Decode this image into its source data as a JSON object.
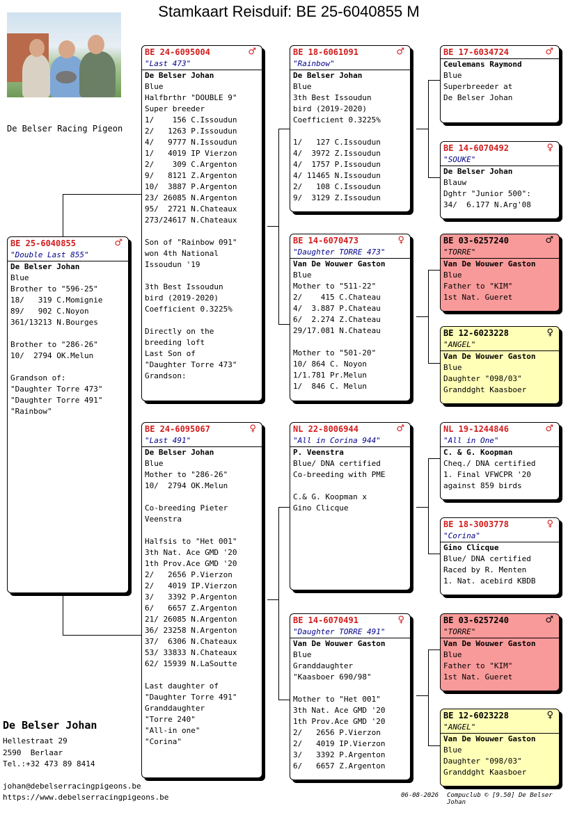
{
  "title": "Stamkaart Reisduif: BE  25-6040855 M",
  "loft_name": "De Belser Racing Pigeon",
  "breeder": {
    "name": "De Belser Johan",
    "address1": "Hellestraat 29",
    "address2": "2590  Berlaar",
    "tel": "Tel.:+32 473 89 8414",
    "email": "johan@debelserracingpigeons.be",
    "website": "https://www.debelserracingpigeons.be"
  },
  "footer": {
    "date": "06-08-2026",
    "software": "Compuclub © [9.50]  De Belser Johan"
  },
  "cards": {
    "main": {
      "ring": "BE  25-6040855",
      "sex": "♂",
      "name": "\"Double Last 855\"",
      "owner": "De Belser Johan",
      "lines": [
        "Blue",
        "Brother to \"596-25\"",
        "18/   319 C.Momignie",
        "89/   902 C.Noyon",
        "361/13213 N.Bourges",
        "",
        "Brother to \"286-26\"",
        "10/  2794 OK.Melun",
        "",
        "Grandson of:",
        "\"Daughter Torre 473\"",
        "\"Daughter Torre 491\"",
        "\"Rainbow\""
      ]
    },
    "sire": {
      "ring": "BE  24-6095004",
      "sex": "♂",
      "name": "\"Last 473\"",
      "owner": "De Belser Johan",
      "lines": [
        "Blue",
        "Halfbrthr \"DOUBLE 9\"",
        "Super breeder",
        "1/    156 C.Issoudun",
        "2/   1263 P.Issoudun",
        "4/   9777 N.Issoudun",
        "1/   4019 IP Vierzon",
        "2/    309 C.Argenton",
        "9/   8121 Z.Argenton",
        "10/  3887 P.Argenton",
        "23/ 26085 N.Argenton",
        "95/  2721 N.Chateaux",
        "273/24617 N.Chateaux",
        "",
        "Son of \"Rainbow 091\"",
        "won 4th National",
        "Issoudun '19",
        "",
        "3th Best Issoudun",
        "bird (2019-2020)",
        "Coefficient 0.3225%",
        "",
        "Directly on the",
        "breeding loft",
        "Last Son of",
        "\"Daughter Torre 473\"",
        "Grandson:"
      ]
    },
    "dam": {
      "ring": "BE  24-6095067",
      "sex": "♀",
      "name": "\"Last 491\"",
      "owner": "De Belser Johan",
      "lines": [
        "Blue",
        "Mother to \"286-26\"",
        "10/  2794 OK.Melun",
        "",
        "Co-breeding Pieter",
        "Veenstra",
        "",
        "Halfsis to \"Het 001\"",
        "3th Nat. Ace GMD '20",
        "1th Prov.Ace GMD '20",
        "2/   2656 P.Vierzon",
        "2/   4019 IP.Vierzon",
        "3/   3392 P.Argenton",
        "6/   6657 Z.Argenton",
        "21/ 26085 N.Argenton",
        "36/ 23258 N.Argenton",
        "37/  6306 N.Chateaux",
        "53/ 33833 N.Chateaux",
        "62/ 15939 N.LaSoutte",
        "",
        "Last daughter of",
        "\"Daughter Torre 491\"",
        "Granddaughter",
        "\"Torre 240\"",
        "\"All-in one\"",
        "\"Corina\""
      ]
    },
    "ss": {
      "ring": "BE  18-6061091",
      "sex": "♂",
      "name": "\"Rainbow\"",
      "owner": "De Belser Johan",
      "lines": [
        "Blue",
        "3th Best Issoudun",
        "bird (2019-2020)",
        "Coefficient 0.3225%",
        "",
        "1/   127 C.Issoudun",
        "4/  3972 Z.Issoudun",
        "4/  1757 P.Issoudun",
        "4/ 11465 N.Issoudun",
        "2/   108 C.Issoudun",
        "9/  3129 Z.Issoudun"
      ]
    },
    "sd": {
      "ring": "BE  14-6070473",
      "sex": "♀",
      "name": "\"Daughter TORRE 473\"",
      "owner": "Van De Wouwer Gaston",
      "lines": [
        "Blue",
        "Mother to \"511-22\"",
        "2/    415 C.Chateau",
        "4/  3.887 P.Chateau",
        "6/  2.274 Z.Chateau",
        "29/17.081 N.Chateau",
        "",
        "Mother to \"501-20\"",
        "10/ 864 C. Noyon",
        "1/1.781 Pr.Melun",
        "1/  846 C. Melun"
      ]
    },
    "ds": {
      "ring": "NL  22-8006944",
      "sex": "♂",
      "name": "\"All in Corina 944\"",
      "owner": "P. Veenstra",
      "lines": [
        "Blue/ DNA certified",
        "Co-breeding with PME",
        "",
        "C.& G. Koopman x",
        "Gino Clicque"
      ]
    },
    "dd": {
      "ring": "BE  14-6070491",
      "sex": "♀",
      "name": "\"Daughter TORRE 491\"",
      "owner": "Van De Wouwer Gaston",
      "lines": [
        "Blue",
        "Granddaughter",
        "\"Kaasboer 690/98\"",
        "",
        "Mother to \"Het 001\"",
        "3th Nat. Ace GMD '20",
        "1th Prov.Ace GMD '20",
        "2/   2656 P.Vierzon",
        "2/   4019 IP.Vierzon",
        "3/   3392 P.Argenton",
        "6/   6657 Z.Argenton"
      ]
    },
    "sss": {
      "ring": "BE  17-6034724",
      "sex": "♂",
      "name": "",
      "owner": "Ceulemans Raymond",
      "lines": [
        "Blue",
        "Superbreeder at",
        "De Belser Johan"
      ]
    },
    "ssd": {
      "ring": "BE  14-6070492",
      "sex": "♀",
      "name": "\"SOUKE\"",
      "owner": "De Belser Johan",
      "lines": [
        "Blauw",
        "Dghtr \"Junior 500\":",
        "34/  6.177 N.Arg'08"
      ]
    },
    "sds": {
      "ring": "BE  03-6257240",
      "sex": "♂",
      "name": "\"TORRE\"",
      "owner": "Van De Wouwer Gaston",
      "lines": [
        "Blue",
        "Father to \"KIM\"",
        "1st Nat. Gueret"
      ]
    },
    "sdd": {
      "ring": "BE  12-6023228",
      "sex": "♀",
      "name": "\"ANGEL\"",
      "owner": "Van De Wouwer Gaston",
      "lines": [
        "Blue",
        "Daughter \"098/03\"",
        "Granddght Kaasboer"
      ]
    },
    "dss": {
      "ring": "NL  19-1244846",
      "sex": "♂",
      "name": "\"All in One\"",
      "owner": "C. & G. Koopman",
      "lines": [
        "Cheq./ DNA certified",
        "1. Final VFWCPR '20",
        "against 859 birds"
      ]
    },
    "dsd": {
      "ring": "BE  18-3003778",
      "sex": "♀",
      "name": "\"Corina\"",
      "owner": "Gino Clicque",
      "lines": [
        "Blue/ DNA certified",
        "Raced by R. Menten",
        "1. Nat. acebird KBDB"
      ]
    },
    "dds": {
      "ring": "BE  03-6257240",
      "sex": "♂",
      "name": "\"TORRE\"",
      "owner": "Van De Wouwer Gaston",
      "lines": [
        "Blue",
        "Father to \"KIM\"",
        "1st Nat. Gueret"
      ]
    },
    "ddd": {
      "ring": "BE  12-6023228",
      "sex": "♀",
      "name": "\"ANGEL\"",
      "owner": "Van De Wouwer Gaston",
      "lines": [
        "Blue",
        "Daughter \"098/03\"",
        "Granddght Kaasboer"
      ]
    }
  }
}
